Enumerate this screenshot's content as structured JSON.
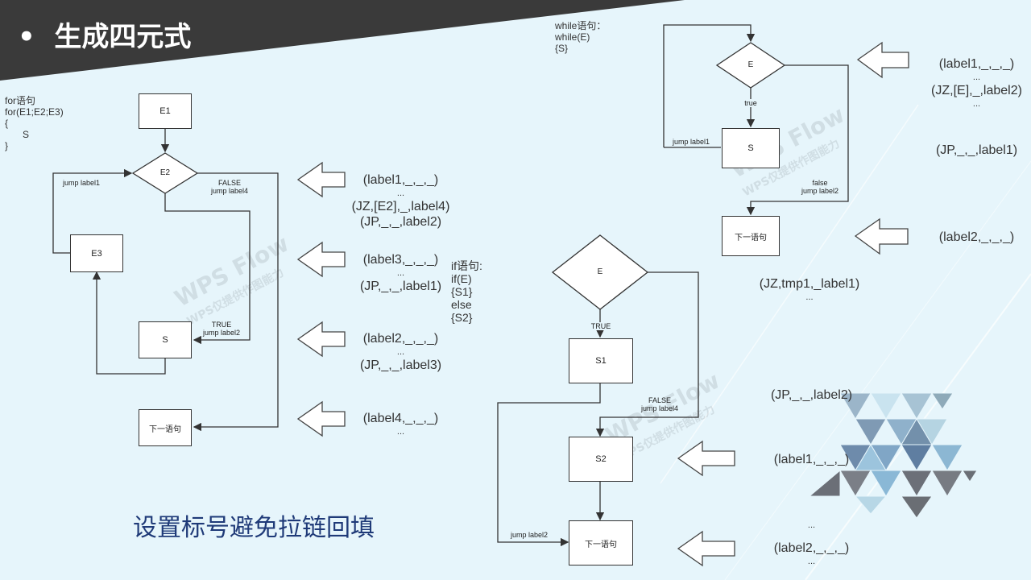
{
  "title": "生成四元式",
  "bullet": "•",
  "caption": "设置标号避免拉链回填",
  "watermark": {
    "brand": "WPS Flow",
    "sub": "WPS仅提供作图能力"
  },
  "for_code": [
    "for语句",
    "for(E1;E2;E3)",
    "{",
    "S",
    "}"
  ],
  "while_code": [
    "while语句：",
    "while(E)",
    "{S}"
  ],
  "if_code": [
    "if语句:",
    "if(E)",
    "{S1}",
    "else",
    "{S2}"
  ],
  "for_diagram": {
    "e1": "E1",
    "e2": "E2",
    "e3": "E3",
    "s": "S",
    "next": "下一语句",
    "jump_label1": "jump label1",
    "false_label": "FALSE",
    "false_jump": "jump label4",
    "true_label": "TRUE",
    "true_jump": "jump label2"
  },
  "while_diagram": {
    "e": "E",
    "s": "S",
    "next": "下一语句",
    "true_label": "true",
    "jump_label1": "jump label1",
    "false_label": "false",
    "false_jump": "jump label2"
  },
  "if_diagram": {
    "e": "E",
    "s1": "S1",
    "s2": "S2",
    "next": "下一语句",
    "true_label": "TRUE",
    "false_label": "FALSE",
    "false_jump": "jump label4",
    "jump_label2": "jump label2"
  },
  "for_quads": {
    "g1": [
      "(label1,_,_,_)",
      "...",
      "(JZ,[E2],_,label4)",
      "(JP,_,_,label2)"
    ],
    "g2": [
      "(label3,_,_,_)",
      "...",
      "(JP,_,_,label1)"
    ],
    "g3": [
      "(label2,_,_,_)",
      "...",
      "(JP,_,_,label3)"
    ],
    "g4": [
      "(label4,_,_,_)",
      "..."
    ]
  },
  "while_quads": {
    "g1": [
      "(label1,_,_,_)",
      "...",
      "(JZ,[E],_,label2)",
      "..."
    ],
    "g1b": "(JP,_,_,label1)",
    "g2": "(label2,_,_,_)",
    "g3": [
      "(JZ,tmp1,_label1)",
      "..."
    ]
  },
  "if_quads": {
    "g1": "(JP,_,_,label2)",
    "g2": "(label1,_,_,_)",
    "g3": [
      "...",
      "(label2,_,_,_)",
      "..."
    ]
  }
}
